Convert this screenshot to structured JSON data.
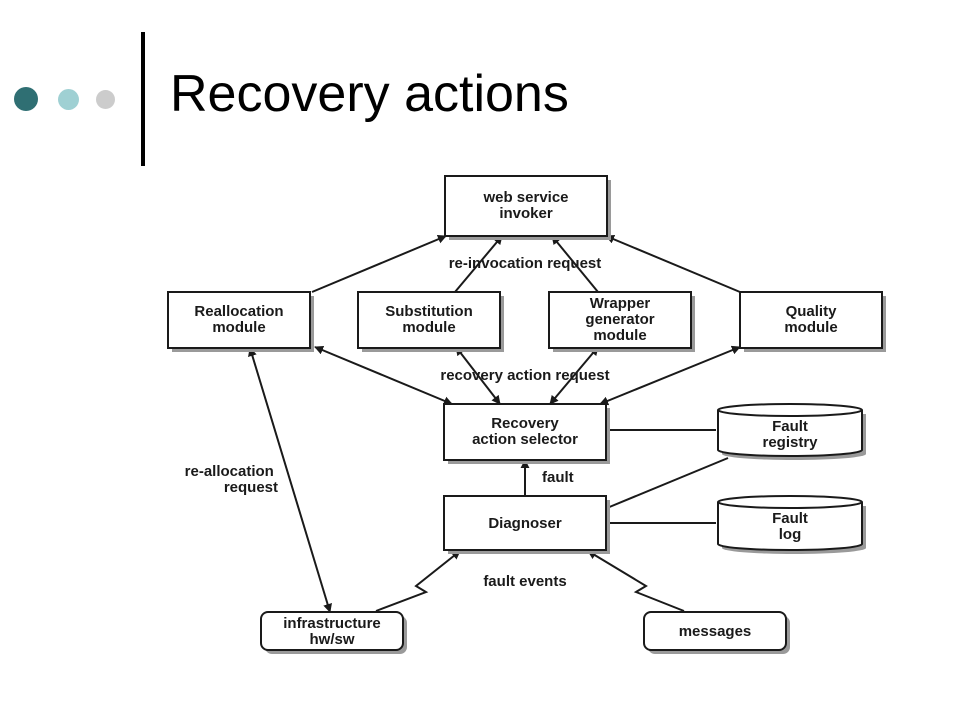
{
  "slide": {
    "title": "Recovery actions",
    "bullet_colors": [
      "#2f6f73",
      "#9fd0d3",
      "#cccccc"
    ]
  },
  "diagram": {
    "nodes": {
      "invoker": [
        "web service",
        "invoker"
      ],
      "reallocation": [
        "Reallocation",
        "module"
      ],
      "substitution": [
        "Substitution",
        "module"
      ],
      "wrapper": [
        "Wrapper",
        "generator",
        "module"
      ],
      "quality": [
        "Quality",
        "module"
      ],
      "selector": [
        "Recovery",
        "action selector"
      ],
      "diagnoser": [
        "Diagnoser"
      ],
      "fault_registry": [
        "Fault",
        "registry"
      ],
      "fault_log": [
        "Fault",
        "log"
      ],
      "infrastructure": [
        "infrastructure",
        "hw/sw"
      ],
      "messages": [
        "messages"
      ]
    },
    "edge_labels": {
      "reinvocation": "re-invocation request",
      "recovery_request": "recovery action request",
      "fault": "fault",
      "reallocation_request": [
        "re-allocation",
        "request"
      ],
      "fault_events": "fault events"
    }
  }
}
